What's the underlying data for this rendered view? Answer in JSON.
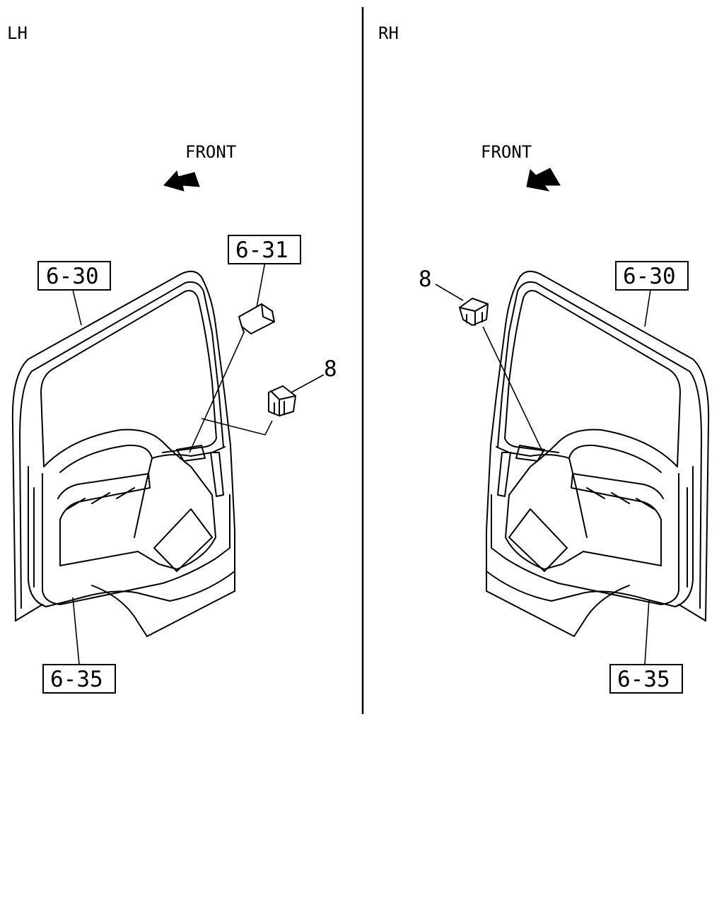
{
  "left_panel": {
    "side_label": "LH",
    "front_label": "FRONT",
    "callouts": {
      "upper_left": "6-30",
      "upper_right": "6-31",
      "lower": "6-35",
      "part": "8"
    }
  },
  "right_panel": {
    "side_label": "RH",
    "front_label": "FRONT",
    "callouts": {
      "upper": "6-30",
      "lower": "6-35",
      "part": "8"
    }
  },
  "icons": {
    "left_arrow": "front-arrow-icon",
    "right_arrow": "front-arrow-icon",
    "clip": "retainer-clip-icon"
  }
}
